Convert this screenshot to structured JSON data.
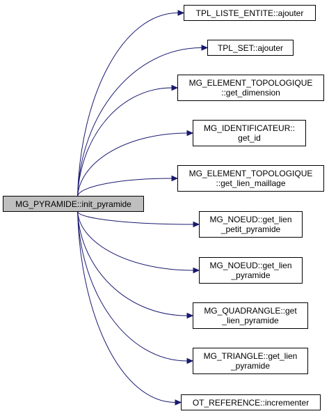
{
  "diagram": {
    "type": "call-graph",
    "edge_color": "#191970",
    "root": {
      "lines": [
        "MG_PYRAMIDE::init_pyramide"
      ],
      "fill": "#bfbfbf"
    },
    "callees": [
      {
        "id": "n0",
        "lines": [
          "TPL_LISTE_ENTITE::ajouter"
        ]
      },
      {
        "id": "n1",
        "lines": [
          "TPL_SET::ajouter"
        ]
      },
      {
        "id": "n2",
        "lines": [
          "MG_ELEMENT_TOPOLOGIQUE",
          "::get_dimension"
        ]
      },
      {
        "id": "n3",
        "lines": [
          "MG_IDENTIFICATEUR::",
          "get_id"
        ]
      },
      {
        "id": "n4",
        "lines": [
          "MG_ELEMENT_TOPOLOGIQUE",
          "::get_lien_maillage"
        ]
      },
      {
        "id": "n5",
        "lines": [
          "MG_NOEUD::get_lien",
          "_petit_pyramide"
        ]
      },
      {
        "id": "n6",
        "lines": [
          "MG_NOEUD::get_lien",
          "_pyramide"
        ]
      },
      {
        "id": "n7",
        "lines": [
          "MG_QUADRANGLE::get",
          "_lien_pyramide"
        ]
      },
      {
        "id": "n8",
        "lines": [
          "MG_TRIANGLE::get_lien",
          "_pyramide"
        ]
      },
      {
        "id": "n9",
        "lines": [
          "OT_REFERENCE::incrementer"
        ]
      }
    ]
  }
}
